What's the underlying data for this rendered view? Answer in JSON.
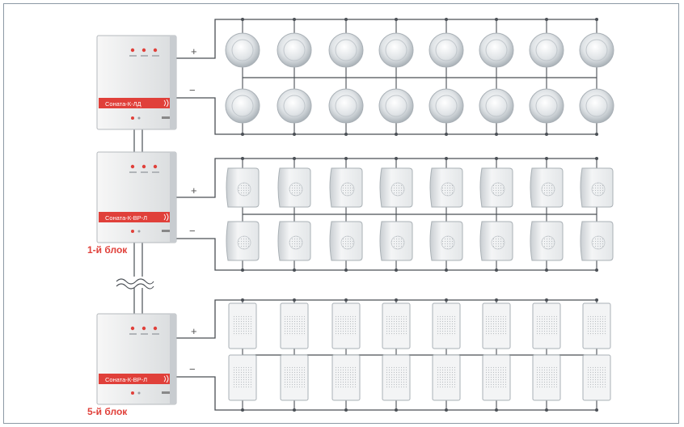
{
  "colors": {
    "brand_red": "#e0403a",
    "wire": "#4a4f55",
    "frame": "#8d9aa5"
  },
  "units": [
    {
      "model": "Соната-К-ЛД",
      "label": "",
      "plus": "+",
      "minus": "−",
      "speaker_type": "ceiling-round",
      "speakers_per_row": 8
    },
    {
      "model": "Соната-К-ВР-Л",
      "label": "1-й блок",
      "plus": "+",
      "minus": "−",
      "speaker_type": "wall-curved",
      "speakers_per_row": 8
    },
    {
      "model": "Соната-К-ВР-Л",
      "label": "5-й блок",
      "plus": "+",
      "minus": "−",
      "speaker_type": "wall-flat",
      "speakers_per_row": 8
    }
  ]
}
